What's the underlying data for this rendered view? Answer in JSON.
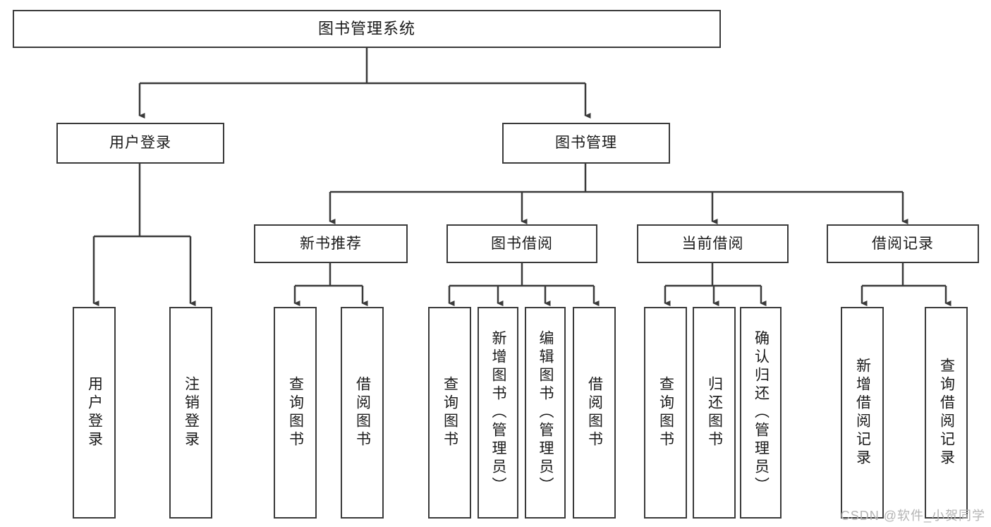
{
  "diagram": {
    "title": "图书管理系统",
    "type": "tree-hierarchy-diagram",
    "colors": {
      "box_border": "#3a3a3a",
      "box_fill": "#ffffff",
      "line": "#3a3a3a",
      "text": "#1a1a1a",
      "watermark": "#b4b4b4",
      "background": "#ffffff"
    },
    "root": {
      "label": "图书管理系统"
    },
    "level1": [
      {
        "label": "用户登录"
      },
      {
        "label": "图书管理"
      }
    ],
    "level2": [
      {
        "label": "新书推荐"
      },
      {
        "label": "图书借阅"
      },
      {
        "label": "当前借阅"
      },
      {
        "label": "借阅记录"
      }
    ],
    "leaves": {
      "user_login": [
        {
          "label": "用户登录"
        },
        {
          "label": "注销登录"
        }
      ],
      "new_book_recommend": [
        {
          "label": "查询图书"
        },
        {
          "label": "借阅图书"
        }
      ],
      "book_borrow": [
        {
          "label": "查询图书"
        },
        {
          "label": "新增图书（管理员）"
        },
        {
          "label": "编辑图书（管理员）"
        },
        {
          "label": "借阅图书"
        }
      ],
      "current_borrow": [
        {
          "label": "查询图书"
        },
        {
          "label": "归还图书"
        },
        {
          "label": "确认归还（管理员）"
        }
      ],
      "borrow_record": [
        {
          "label": "新增借阅记录"
        },
        {
          "label": "查询借阅记录"
        }
      ]
    }
  },
  "watermark": {
    "text": "CSDN @软件_小贺同学"
  }
}
